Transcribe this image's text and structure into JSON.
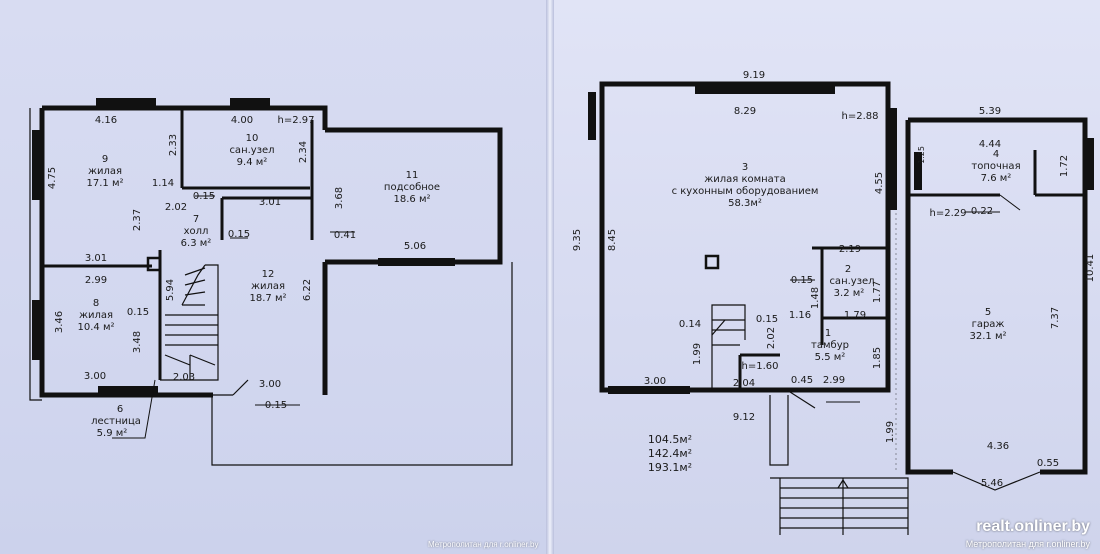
{
  "totals": {
    "living": "104.5м²",
    "general": "142.4м²",
    "total": "193.1м²"
  },
  "watermark": {
    "logo": "realt.onliner.by",
    "caption_right": "Метрополитан для r.onliner.by",
    "caption_left": "Метрополитан для r.onliner.by"
  },
  "left_plan": {
    "rooms": [
      {
        "id": "room-9",
        "number": "9",
        "name": "жилая",
        "area": "17.1 м²"
      },
      {
        "id": "room-10",
        "number": "10",
        "name": "сан.узел",
        "area": "9.4 м²"
      },
      {
        "id": "room-11",
        "number": "11",
        "name": "подсобное",
        "area": "18.6 м²"
      },
      {
        "id": "room-7",
        "number": "7",
        "name": "холл",
        "area": "6.3 м²"
      },
      {
        "id": "room-12",
        "number": "12",
        "name": "жилая",
        "area": "18.7 м²"
      },
      {
        "id": "room-8",
        "number": "8",
        "name": "жилая",
        "area": "10.4 м²"
      },
      {
        "id": "room-6",
        "number": "6",
        "name": "лестница",
        "area": "5.9 м²"
      }
    ],
    "height": "h=2.97",
    "dims": {
      "d416": "4.16",
      "d400": "4.00",
      "d475": "4.75",
      "d233": "2.33",
      "d234": "2.34",
      "d114": "1.14",
      "d202": "2.02",
      "d015a": "0.15",
      "d301a": "3.01",
      "d368": "3.68",
      "d237": "2.37",
      "d015b": "0.15",
      "d041": "0.41",
      "d506": "5.06",
      "d301b": "3.01",
      "d594": "5.94",
      "d622": "6.22",
      "d299": "2.99",
      "d346": "3.46",
      "d015c": "0.15",
      "d348": "3.48",
      "d300a": "3.00",
      "d203": "2.03",
      "d300b": "3.00",
      "d015d": "0.15"
    }
  },
  "right_plan": {
    "rooms": [
      {
        "id": "room-3",
        "number": "3",
        "name": "жилая комната",
        "name2": "с кухонным оборудованием",
        "area": "58.3м²"
      },
      {
        "id": "room-4",
        "number": "4",
        "name": "топочная",
        "area": "7.6 м²"
      },
      {
        "id": "room-2",
        "number": "2",
        "name": "сан.узел",
        "area": "3.2 м²"
      },
      {
        "id": "room-1",
        "number": "1",
        "name": "тамбур",
        "area": "5.5 м²"
      },
      {
        "id": "room-5",
        "number": "5",
        "name": "гараж",
        "area": "32.1 м²"
      }
    ],
    "height_main": "h=2.88",
    "height_boiler": "h=2.29",
    "height_entry": "h=1.60",
    "dims": {
      "d919": "9.19",
      "d829": "8.29",
      "d539": "5.39",
      "d444": "4.44",
      "d125": "1.25",
      "d172": "1.72",
      "d455": "4.55",
      "d935": "9.35",
      "d845": "8.45",
      "d022": "0.22",
      "d1041": "10.41",
      "d219": "2.19",
      "d015a": "0.15",
      "d148": "1.48",
      "d177": "1.77",
      "d737": "7.37",
      "d014": "0.14",
      "d015b": "0.15",
      "d116": "1.16",
      "d179": "1.79",
      "d202": "2.02",
      "d199a": "1.99",
      "d185": "1.85",
      "d300": "3.00",
      "d204": "2.04",
      "d045": "0.45",
      "d299": "2.99",
      "d912": "9.12",
      "d199b": "1.99",
      "d436": "4.36",
      "d055": "0.55",
      "d546": "5.46"
    }
  }
}
